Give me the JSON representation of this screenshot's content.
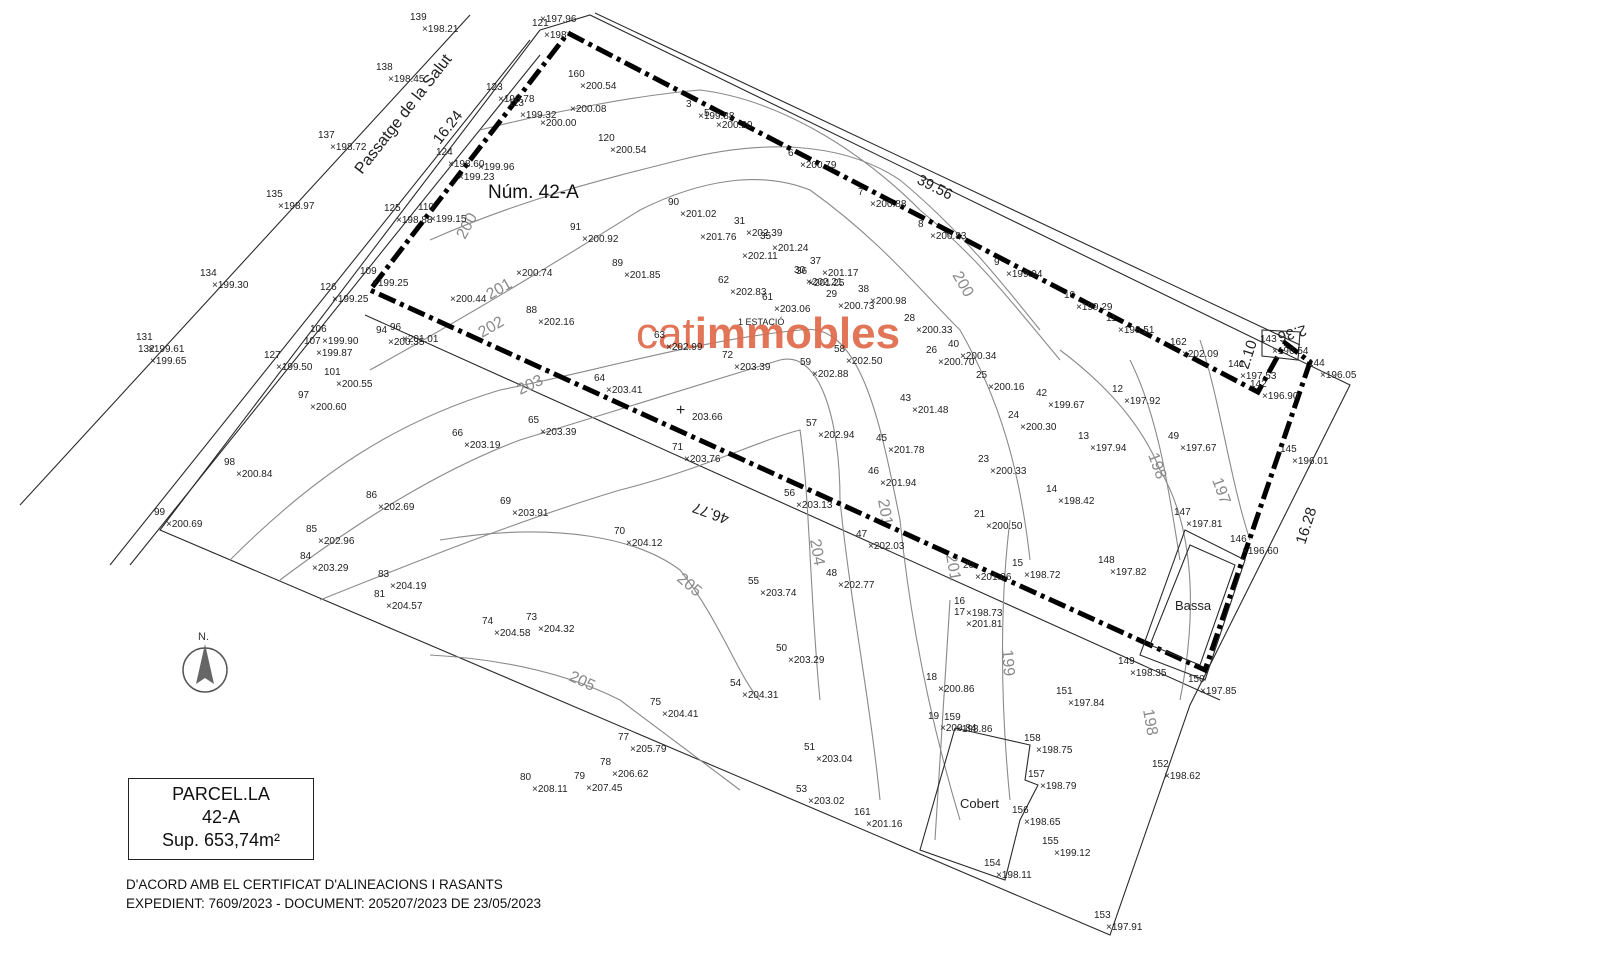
{
  "map": {
    "parcel_title": "Núm. 42-A",
    "street_name": "Passatge de la Salut",
    "north_label": "N.",
    "watermark": {
      "prefix": "cat",
      "rest": "immobles",
      "color": "#e06a4a"
    },
    "dimensions": {
      "front": "16.24",
      "top": "39.56",
      "right_side": "16.28",
      "bottom": "46.77",
      "notch_a": "2.10",
      "notch_b": "2.36"
    },
    "features": {
      "pool": "Bassa",
      "shed": "Cobert",
      "station": "1 ESTACIÓ"
    },
    "contours": [
      "197",
      "198",
      "199",
      "200",
      "201",
      "202",
      "203",
      "204",
      "205"
    ],
    "points": [
      {
        "n": "139",
        "v": "198.21"
      },
      {
        "n": "138",
        "v": "198.45"
      },
      {
        "n": "137",
        "v": "198.72"
      },
      {
        "n": "135",
        "v": "198.97"
      },
      {
        "n": "134",
        "v": "199.30"
      },
      {
        "n": "132",
        "v": "199.65"
      },
      {
        "n": "131",
        "v": "199.61"
      },
      {
        "n": "127",
        "v": "199.50"
      },
      {
        "n": "126",
        "v": "199.25"
      },
      {
        "n": "125",
        "v": "198.88"
      },
      {
        "n": "124",
        "v": "198.60"
      },
      {
        "n": "123",
        "v": "198.78"
      },
      {
        "n": "121",
        "v": "198"
      },
      {
        "n": "120",
        "v": "200.54"
      },
      {
        "n": "113",
        "v": "199.32"
      },
      {
        "n": "110",
        "v": "199.15"
      },
      {
        "n": "109",
        "v": "199.25"
      },
      {
        "n": "107",
        "v": "199.87"
      },
      {
        "n": "106",
        "v": "199.90"
      },
      {
        "n": "101",
        "v": "200.55"
      },
      {
        "n": "99",
        "v": "200.69"
      },
      {
        "n": "98",
        "v": "200.84"
      },
      {
        "n": "97",
        "v": "200.60"
      },
      {
        "n": "96",
        "v": "201.01"
      },
      {
        "n": "94",
        "v": "200.35"
      },
      {
        "n": "91",
        "v": "200.92"
      },
      {
        "n": "90",
        "v": "201.02"
      },
      {
        "n": "89",
        "v": "201.85"
      },
      {
        "n": "88",
        "v": "202.16"
      },
      {
        "n": "86",
        "v": "202.69"
      },
      {
        "n": "85",
        "v": "202.96"
      },
      {
        "n": "84",
        "v": "203.29"
      },
      {
        "n": "83",
        "v": "204.19"
      },
      {
        "n": "81",
        "v": "204.57"
      },
      {
        "n": "80",
        "v": "208.11"
      },
      {
        "n": "79",
        "v": "207.45"
      },
      {
        "n": "78",
        "v": "206.62"
      },
      {
        "n": "77",
        "v": "205.79"
      },
      {
        "n": "75",
        "v": "204.41"
      },
      {
        "n": "74",
        "v": "204.58"
      },
      {
        "n": "73",
        "v": "204.32"
      },
      {
        "n": "72",
        "v": "203.39"
      },
      {
        "n": "71",
        "v": "203.76"
      },
      {
        "n": "70",
        "v": "204.12"
      },
      {
        "n": "69",
        "v": "203.91"
      },
      {
        "n": "66",
        "v": "203.19"
      },
      {
        "n": "65",
        "v": "203.39"
      },
      {
        "n": "64",
        "v": "203.41"
      },
      {
        "n": "63",
        "v": "202.99"
      },
      {
        "n": "62",
        "v": "202.83"
      },
      {
        "n": "61",
        "v": "203.06"
      },
      {
        "n": "59",
        "v": "202.88"
      },
      {
        "n": "58",
        "v": "202.50"
      },
      {
        "n": "57",
        "v": "202.94"
      },
      {
        "n": "56",
        "v": "203.13"
      },
      {
        "n": "55",
        "v": "203.74"
      },
      {
        "n": "54",
        "v": "204.31"
      },
      {
        "n": "53",
        "v": "203.02"
      },
      {
        "n": "51",
        "v": "203.04"
      },
      {
        "n": "50",
        "v": "203.29"
      },
      {
        "n": "49",
        "v": "197.67"
      },
      {
        "n": "48",
        "v": "202.77"
      },
      {
        "n": "47",
        "v": "202.03"
      },
      {
        "n": "46",
        "v": "201.94"
      },
      {
        "n": "45",
        "v": "201.78"
      },
      {
        "n": "43",
        "v": "201.48"
      },
      {
        "n": "42",
        "v": "199.67"
      },
      {
        "n": "40",
        "v": "200.34"
      },
      {
        "n": "38",
        "v": "200.98"
      },
      {
        "n": "37",
        "v": "201.17"
      },
      {
        "n": "36",
        "v": "201.25"
      },
      {
        "n": "35",
        "v": "201.24"
      },
      {
        "n": "31",
        "v": "202.39"
      },
      {
        "n": "30",
        "v": "202.21"
      },
      {
        "n": "29",
        "v": "200.73"
      },
      {
        "n": "28",
        "v": "200.33"
      },
      {
        "n": "26",
        "v": "200.70"
      },
      {
        "n": "25",
        "v": "200.16"
      },
      {
        "n": "24",
        "v": "200.30"
      },
      {
        "n": "23",
        "v": "200.33"
      },
      {
        "n": "21",
        "v": "200.50"
      },
      {
        "n": "20",
        "v": "201.06"
      },
      {
        "n": "19",
        "v": "200.84"
      },
      {
        "n": "18",
        "v": "200.86"
      },
      {
        "n": "17",
        "v": "201.81"
      },
      {
        "n": "16",
        "v": "198.73"
      },
      {
        "n": "15",
        "v": "198.72"
      },
      {
        "n": "14",
        "v": "198.42"
      },
      {
        "n": "13",
        "v": "197.94"
      },
      {
        "n": "12",
        "v": "197.92"
      },
      {
        "n": "11",
        "v": "198.51"
      },
      {
        "n": "10",
        "v": "199.29"
      },
      {
        "n": "9",
        "v": "199.94"
      },
      {
        "n": "8",
        "v": "200.83"
      },
      {
        "n": "7",
        "v": "200.88"
      },
      {
        "n": "6",
        "v": "200.79"
      },
      {
        "n": "5",
        "v": "200.20"
      },
      {
        "n": "3",
        "v": "199.88"
      },
      {
        "n": "160",
        "v": "200.54"
      },
      {
        "n": "159",
        "v": "198.86"
      },
      {
        "n": "158",
        "v": "198.75"
      },
      {
        "n": "157",
        "v": "198.79"
      },
      {
        "n": "156",
        "v": "198.65"
      },
      {
        "n": "155",
        "v": "199.12"
      },
      {
        "n": "154",
        "v": "198.11"
      },
      {
        "n": "153",
        "v": "197.91"
      },
      {
        "n": "152",
        "v": "198.62"
      },
      {
        "n": "151",
        "v": "197.84"
      },
      {
        "n": "150",
        "v": "197.85"
      },
      {
        "n": "149",
        "v": "198.35"
      },
      {
        "n": "148",
        "v": "197.82"
      },
      {
        "n": "147",
        "v": "197.81"
      },
      {
        "n": "146",
        "v": "196.60"
      },
      {
        "n": "145",
        "v": "196.01"
      },
      {
        "n": "144",
        "v": "196.05"
      },
      {
        "n": "143",
        "v": "196.54"
      },
      {
        "n": "142",
        "v": "196.90"
      },
      {
        "n": "141",
        "v": "197.53"
      },
      {
        "n": "162",
        "v": "202.09"
      },
      {
        "n": "161",
        "v": "201.16"
      }
    ],
    "extra_values": [
      "197.96",
      "203.66",
      "199.96",
      "199.23",
      "200.00",
      "200.08",
      "200.44",
      "200.74",
      "201.76",
      "202.11"
    ]
  },
  "legend": {
    "line1": "PARCEL.LA",
    "line2": "42-A",
    "line3": "Sup. 653,74m²"
  },
  "notes": {
    "line1": "D'ACORD AMB EL CERTIFICAT D'ALINEACIONS I RASANTS",
    "line2": "EXPEDIENT: 7609/2023 - DOCUMENT: 205207/2023  DE 23/05/2023"
  }
}
